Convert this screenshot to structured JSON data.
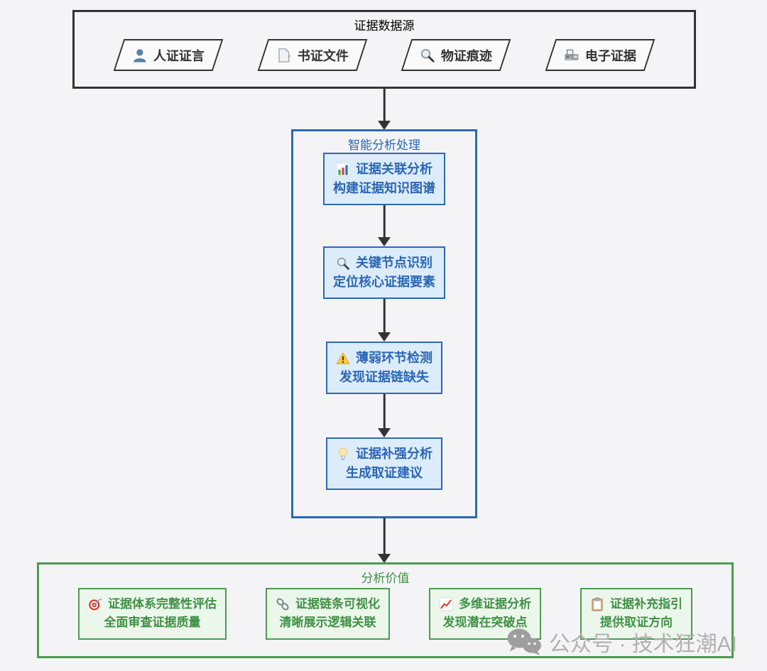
{
  "sources": {
    "title": "证据数据源",
    "items": [
      {
        "icon": "person-icon",
        "label": "人证证言"
      },
      {
        "icon": "document-icon",
        "label": "书证文件"
      },
      {
        "icon": "magnifier-icon",
        "label": "物证痕迹"
      },
      {
        "icon": "fax-icon",
        "label": "电子证据"
      }
    ]
  },
  "processing": {
    "title": "智能分析处理",
    "steps": [
      {
        "icon": "bar-chart-icon",
        "line1": "证据关联分析",
        "line2": "构建证据知识图谱"
      },
      {
        "icon": "magnifier-icon",
        "line1": "关键节点识别",
        "line2": "定位核心证据要素"
      },
      {
        "icon": "warning-icon",
        "line1": "薄弱环节检测",
        "line2": "发现证据链缺失"
      },
      {
        "icon": "bulb-icon",
        "line1": "证据补强分析",
        "line2": "生成取证建议"
      }
    ]
  },
  "value": {
    "title": "分析价值",
    "items": [
      {
        "icon": "dart-icon",
        "line1": "证据体系完整性评估",
        "line2": "全面审查证据质量"
      },
      {
        "icon": "link-icon",
        "line1": "证据链条可视化",
        "line2": "清晰展示逻辑关联"
      },
      {
        "icon": "chart-up-icon",
        "line1": "多维证据分析",
        "line2": "发现潜在突破点"
      },
      {
        "icon": "clipboard-icon",
        "line1": "证据补充指引",
        "line2": "提供取证方向"
      }
    ]
  },
  "watermark": {
    "icon": "wechat-icon",
    "text": "公众号 · 技术狂潮AI"
  },
  "colors": {
    "page_background": "#f4f4f7",
    "source_border": "#333333",
    "processing_accent": "#2d68b9",
    "processing_text": "#2b66b5",
    "processing_fill": "#dcecfb",
    "value_accent": "#4c9b50",
    "value_text": "#3f9144",
    "value_fill": "#ecf7ec",
    "arrow": "#333333",
    "watermark_gray": "#b1b1b1"
  }
}
